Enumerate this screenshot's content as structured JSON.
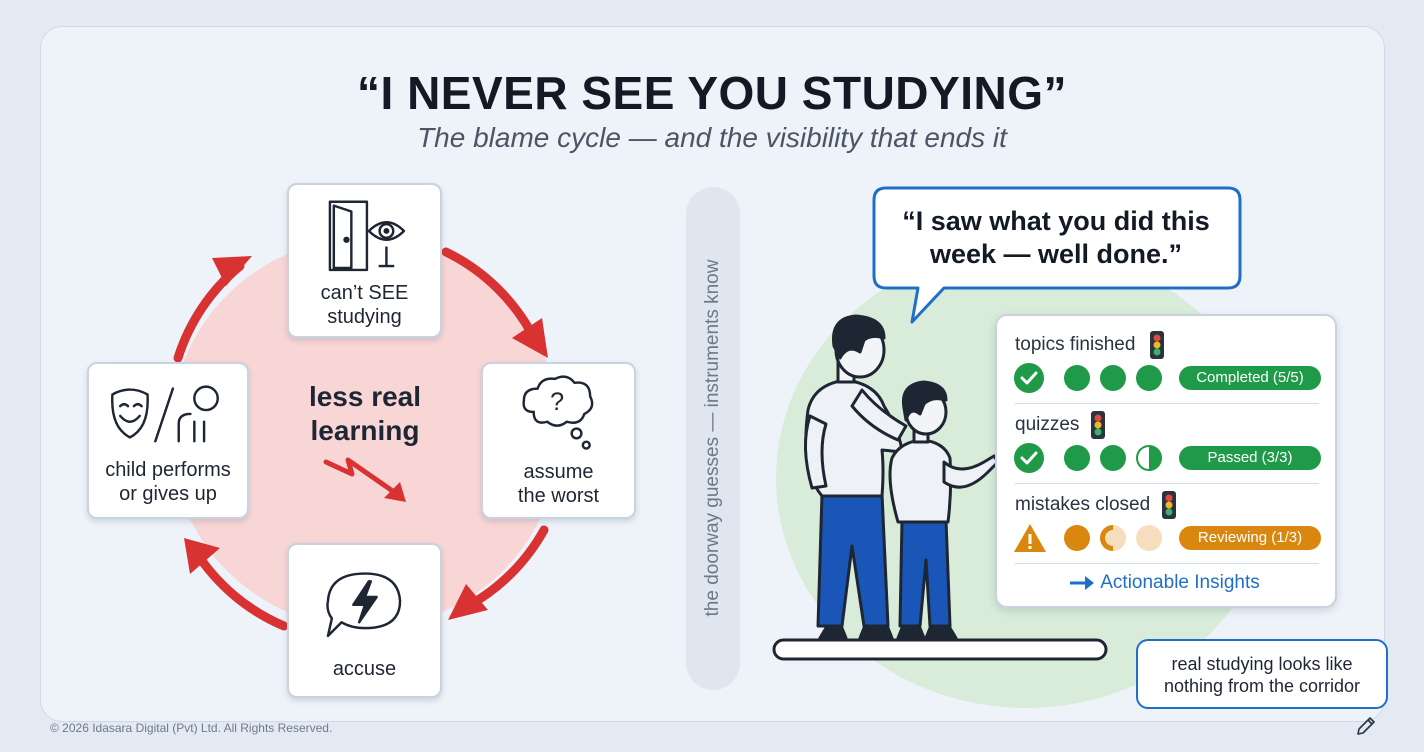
{
  "title": "“I NEVER SEE YOU STUDYING”",
  "subtitle": "The blame cycle — and the visibility that ends it",
  "cycle": {
    "center": "less real\nlearning",
    "nodes": [
      {
        "label": "can’t SEE\nstudying",
        "icon": "door-eye-icon"
      },
      {
        "label": "assume\nthe worst",
        "icon": "thought-question-icon"
      },
      {
        "label": "accuse",
        "icon": "speech-lightning-icon"
      },
      {
        "label": "child performs\nor gives up",
        "icon": "mask-person-icon"
      }
    ],
    "colors": {
      "arrow": "#d93232",
      "fill": "#f8d6d6"
    }
  },
  "divider_text": "the doorway guesses — instruments know",
  "speech": "“I saw what you did this\nweek — well done.”",
  "metrics": [
    {
      "label": "topics finished",
      "status": "Completed (5/5)",
      "color": "#1f9a48"
    },
    {
      "label": "quizzes",
      "status": "Passed (3/3)",
      "color": "#1f9a48"
    },
    {
      "label": "mistakes closed",
      "status": "Reviewing (1/3)",
      "color": "#d9870e"
    }
  ],
  "insight_link": "Actionable Insights",
  "note": "real studying looks like\nnothing from the corridor",
  "footer": "© 2026 Idasara Digital (Pvt) Ltd. All Rights Reserved.",
  "colors": {
    "accent_blue": "#1f6fc9",
    "green": "#1f9a48",
    "amber": "#d9870e",
    "red": "#d93232"
  }
}
